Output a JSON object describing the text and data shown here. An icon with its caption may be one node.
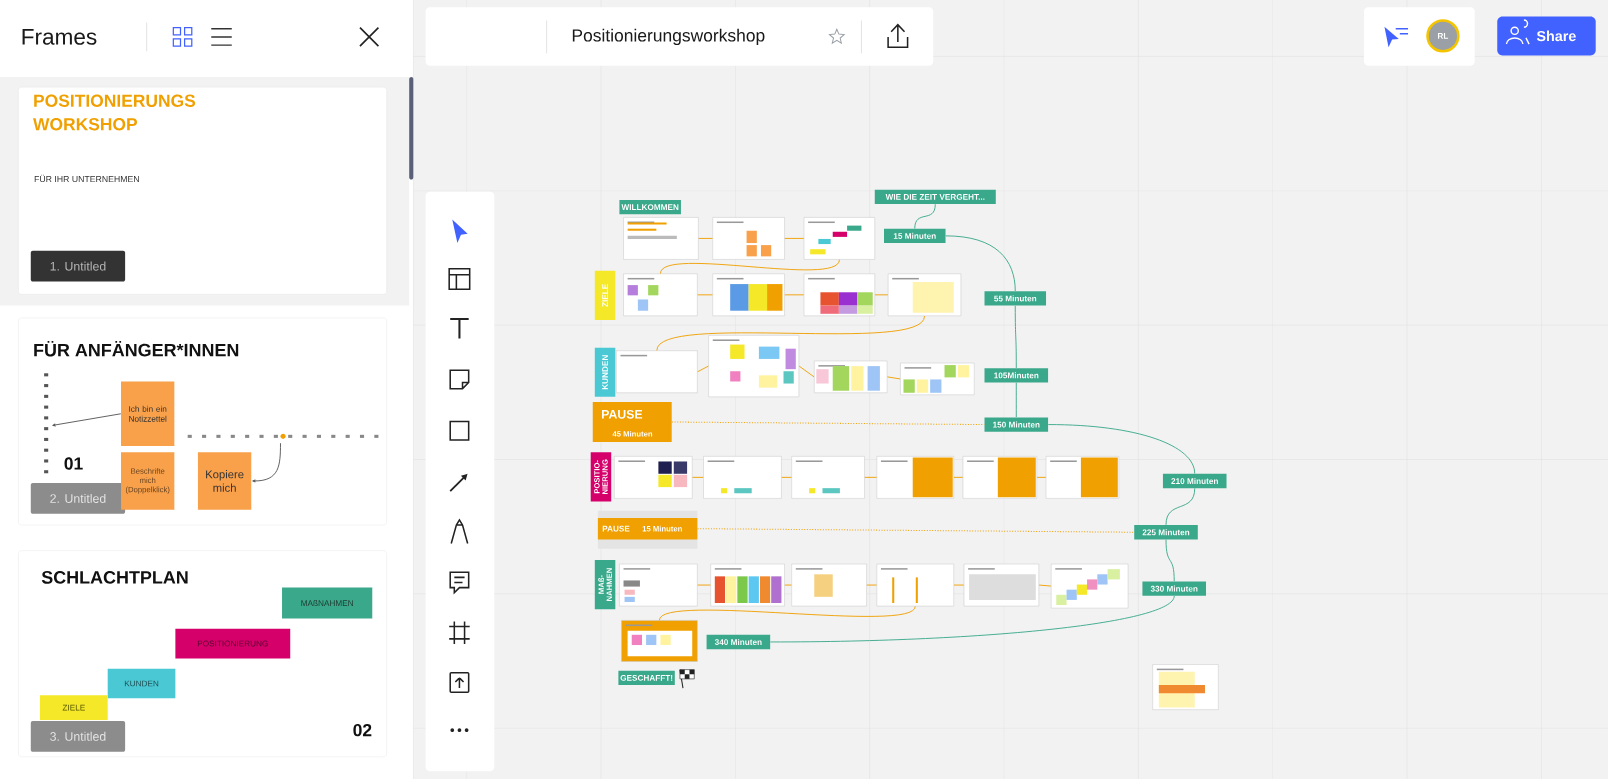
{
  "diagram": {
    "nodes": [
      {
        "text": [
          "POSITIONIERUNGS WORKSHOP",
          "FÜR IHR UNTERNEHMEN",
          "1. Untitled"
        ]
      },
      {
        "text": [
          "FÜR ANFÄNGER*INNEN",
          "01",
          "2. Untitled"
        ]
      },
      {
        "text": [
          "Ich bin ein Notizzettel"
        ],
        "in": 1
      },
      {
        "text": [
          "Beschrifte mich (Doppelklick)"
        ],
        "in": 1
      },
      {
        "text": [
          "Kopiere mich"
        ],
        "in": 1
      },
      {
        "text": [],
        "shape": "picture",
        "in": 1
      },
      {
        "text": [],
        "shape": "picture",
        "in": 1
      },
      {
        "text": [
          "SCHLACHTPLAN",
          "02",
          "3. Untitled"
        ]
      },
      {
        "text": [
          "MAßNAHMEN"
        ],
        "in": 7
      },
      {
        "text": [
          "POSITIONIERUNG"
        ],
        "in": 7
      },
      {
        "text": [
          "KUNDEN"
        ],
        "in": 7
      },
      {
        "text": [
          "ZIELE"
        ],
        "in": 7
      },
      {
        "text": [
          "WILLKOMMEN"
        ]
      },
      {
        "text": [
          "WIE DIE ZEIT VERGEHT..."
        ]
      },
      {
        "text": [],
        "shape": "box"
      },
      {
        "text": [],
        "shape": "box"
      },
      {
        "text": [],
        "shape": "box"
      },
      {
        "text": [
          "15 Minuten"
        ]
      },
      {
        "text": [
          "ZIELE"
        ]
      },
      {
        "text": [],
        "shape": "box"
      },
      {
        "text": [],
        "shape": "box"
      },
      {
        "text": [],
        "shape": "box"
      },
      {
        "text": [],
        "shape": "box"
      },
      {
        "text": [
          "55 Minuten"
        ]
      },
      {
        "text": [
          "KUNDEN"
        ]
      },
      {
        "text": [],
        "shape": "box"
      },
      {
        "text": [],
        "shape": "box"
      },
      {
        "text": [],
        "shape": "box"
      },
      {
        "text": [],
        "shape": "box"
      },
      {
        "text": [
          "105Minuten"
        ]
      },
      {
        "text": [
          "PAUSE",
          "45 Minuten"
        ]
      },
      {
        "text": [
          "150 Minuten"
        ]
      },
      {
        "text": [
          "POSITIO- NIERUNG"
        ]
      },
      {
        "text": [],
        "shape": "box"
      },
      {
        "text": [],
        "shape": "box"
      },
      {
        "text": [],
        "shape": "box"
      },
      {
        "text": [],
        "shape": "box"
      },
      {
        "text": [],
        "shape": "box"
      },
      {
        "text": [],
        "shape": "box"
      },
      {
        "text": [
          "210 Minuten"
        ]
      },
      {
        "text": [
          "PAUSE",
          "15 Minuten"
        ]
      },
      {
        "text": [
          "225 Minuten"
        ]
      },
      {
        "text": [
          "MAß- NAHMEN"
        ]
      },
      {
        "text": [],
        "shape": "box"
      },
      {
        "text": [],
        "shape": "box"
      },
      {
        "text": [],
        "shape": "box"
      },
      {
        "text": [],
        "shape": "box"
      },
      {
        "text": [],
        "shape": "box"
      },
      {
        "text": [],
        "shape": "box"
      },
      {
        "text": [
          "330 Minuten"
        ]
      },
      {
        "text": [],
        "shape": "box"
      },
      {
        "text": [
          "340 Minuten"
        ]
      },
      {
        "text": [
          "GESCHAFFT!"
        ]
      },
      {
        "text": [],
        "shape": "box"
      }
    ],
    "edges": [
      {
        "from": 2,
        "to": 5,
        "arrow": "to",
        "color": "#555555"
      },
      {
        "from": 6,
        "to": 4,
        "arrow": "to",
        "color": "#555555"
      },
      {
        "from": 14,
        "to": 15,
        "arrow": "none"
      },
      {
        "from": 15,
        "to": 16,
        "arrow": "none"
      },
      {
        "from": 16,
        "to": 19,
        "arrow": "none"
      },
      {
        "from": 19,
        "to": 20,
        "arrow": "none"
      },
      {
        "from": 20,
        "to": 21,
        "arrow": "none"
      },
      {
        "from": 21,
        "to": 22,
        "arrow": "none"
      },
      {
        "from": 22,
        "to": 25,
        "arrow": "none"
      },
      {
        "from": 25,
        "to": 26,
        "arrow": "none"
      },
      {
        "from": 26,
        "to": 27,
        "arrow": "none"
      },
      {
        "from": 27,
        "to": 28,
        "arrow": "none"
      },
      {
        "from": 33,
        "to": 34,
        "arrow": "none"
      },
      {
        "from": 34,
        "to": 35,
        "arrow": "none"
      },
      {
        "from": 35,
        "to": 36,
        "arrow": "none"
      },
      {
        "from": 36,
        "to": 37,
        "arrow": "none"
      },
      {
        "from": 37,
        "to": 38,
        "arrow": "none"
      },
      {
        "from": 43,
        "to": 44,
        "arrow": "none"
      },
      {
        "from": 44,
        "to": 45,
        "arrow": "none"
      },
      {
        "from": 45,
        "to": 46,
        "arrow": "none"
      },
      {
        "from": 46,
        "to": 47,
        "arrow": "none"
      },
      {
        "from": 47,
        "to": 48,
        "arrow": "none"
      },
      {
        "from": 46,
        "to": 50,
        "arrow": "none"
      },
      {
        "from": 30,
        "to": 31,
        "arrow": "none",
        "style": "dashed"
      },
      {
        "from": 40,
        "to": 41,
        "arrow": "none",
        "style": "dashed"
      },
      {
        "from": 13,
        "to": 17,
        "arrow": "none",
        "color": "#3aa88a"
      },
      {
        "from": 17,
        "to": 23,
        "arrow": "none",
        "color": "#3aa88a"
      },
      {
        "from": 23,
        "to": 29,
        "arrow": "none",
        "color": "#3aa88a"
      },
      {
        "from": 29,
        "to": 31,
        "arrow": "none",
        "color": "#3aa88a"
      },
      {
        "from": 31,
        "to": 39,
        "arrow": "none",
        "color": "#3aa88a"
      },
      {
        "from": 39,
        "to": 41,
        "arrow": "none",
        "color": "#3aa88a"
      },
      {
        "from": 41,
        "to": 49,
        "arrow": "none",
        "color": "#3aa88a"
      },
      {
        "from": 49,
        "to": 51,
        "arrow": "none",
        "color": "#3aa88a"
      }
    ],
    "labels": [
      "Frames",
      "Positionierungsworkshop",
      "RL",
      "Share"
    ]
  }
}
